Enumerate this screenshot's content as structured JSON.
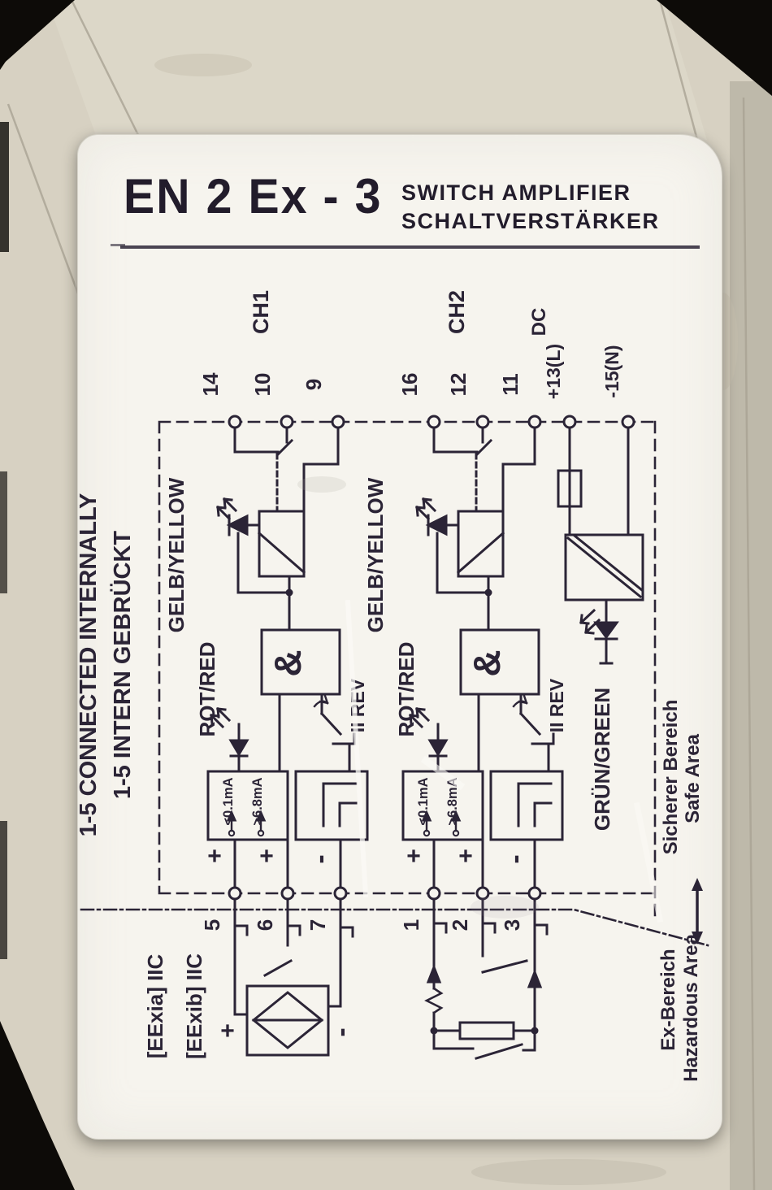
{
  "title": {
    "model": "EN 2 Ex - 3",
    "sub1": "SWITCH AMPLIFIER",
    "sub2": "SCHALTVERSTÄRKER"
  },
  "note": {
    "l1": "1-5 CONNECTED INTERNALLY",
    "l2": "1-5 INTERN GEBRÜCKT"
  },
  "terminals": {
    "top": [
      "14",
      "10",
      "9",
      "16",
      "12",
      "11",
      "+13(L)",
      "-15(N)"
    ],
    "bottom": [
      "5",
      "6",
      "7",
      "1",
      "2",
      "3"
    ]
  },
  "channels": [
    {
      "name": "CH1",
      "led_out": "GELB/YELLOW",
      "led_err": "ROT/RED",
      "gate": "&",
      "rev": "II REV",
      "thr_lo": "<0.1mA",
      "thr_hi": ">6.8mA",
      "plus": "+",
      "minus": "-"
    },
    {
      "name": "CH2",
      "led_out": "GELB/YELLOW",
      "led_err": "ROT/RED",
      "gate": "&",
      "rev": "II REV",
      "thr_lo": "<0.1mA",
      "thr_hi": ">6.8mA",
      "plus": "+",
      "minus": "-"
    }
  ],
  "power": {
    "dc": "DC",
    "led": "GRÜN/GREEN"
  },
  "sensor": {
    "cert1": "[EExia] IIC",
    "cert2": "[EExib] IIC",
    "plus": "+",
    "minus": "-"
  },
  "areas": {
    "safe_de": "Sicherer Bereich",
    "safe_en": "Safe Area",
    "haz_de": "Ex-Bereich",
    "haz_en": "Hazardous Area"
  },
  "colors": {
    "ink": "#2b2436",
    "label_bg": "#f6f4ee",
    "device_bg": "#d7d1c2"
  }
}
